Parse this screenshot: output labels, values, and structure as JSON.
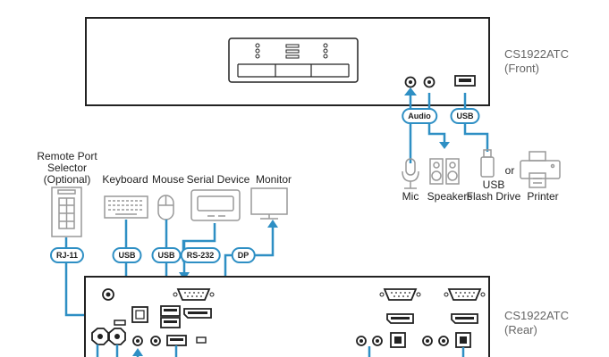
{
  "front_unit": {
    "model": "CS1922ATC",
    "side": "(Front)"
  },
  "rear_unit": {
    "model": "CS1922ATC",
    "side": "(Rear)"
  },
  "front_tags": {
    "audio": "Audio",
    "usb": "USB"
  },
  "front_devices": {
    "mic": "Mic",
    "speakers": "Speakers",
    "flash_drive": [
      "USB",
      "Flash Drive"
    ],
    "printer": "Printer",
    "or": "or"
  },
  "console_devices": {
    "remote_selector": [
      "Remote Port",
      "Selector",
      "(Optional)"
    ],
    "keyboard": "Keyboard",
    "mouse": "Mouse",
    "serial_device": "Serial Device",
    "monitor": "Monitor"
  },
  "rear_tags": {
    "rj11": "RJ-11",
    "usb_keyboard": "USB",
    "usb_mouse": "USB",
    "rs232": "RS-232",
    "dp": "DP"
  },
  "colors": {
    "line": "#2e8fc4",
    "device": "#222222",
    "icon": "#999999",
    "text": "#222222",
    "gray_text": "#666666"
  }
}
